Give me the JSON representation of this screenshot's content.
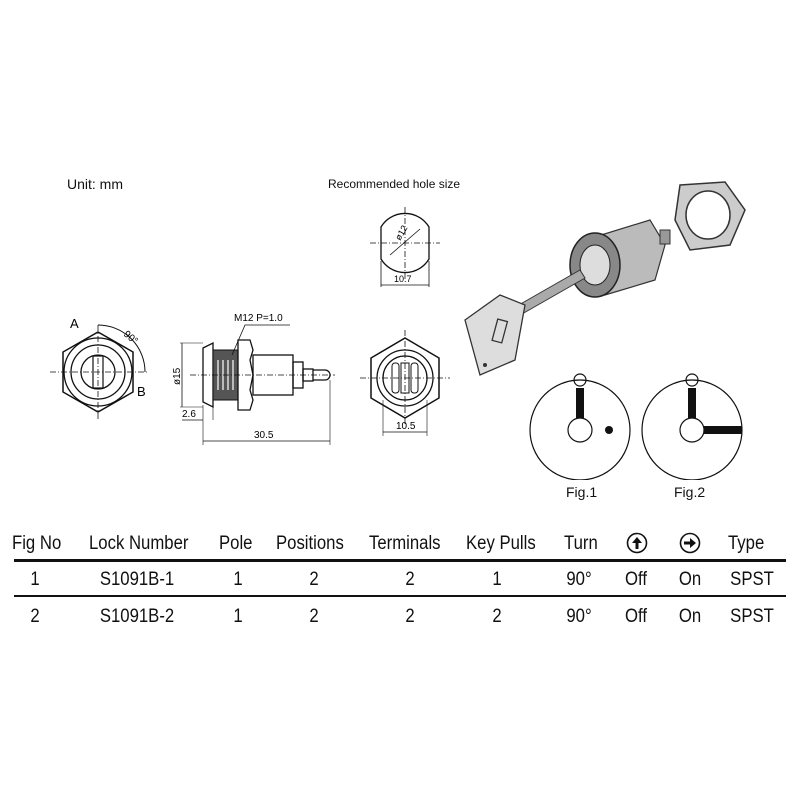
{
  "unit_label": "Unit: mm",
  "hole_title": "Recommended hole size",
  "dimensions": {
    "hole_diameter": "ø12",
    "hole_width": "10.7",
    "thread": "M12 P=1.0",
    "flange_diameter": "ø15",
    "flange_thickness": "2.6",
    "length": "30.5",
    "hex_width": "10.5",
    "angle": "90°",
    "pos_a": "A",
    "pos_b": "B"
  },
  "figures": {
    "fig1": "Fig.1",
    "fig2": "Fig.2"
  },
  "table": {
    "headers": [
      "Fig No",
      "Lock Number",
      "Pole",
      "Positions",
      "Terminals",
      "Key Pulls",
      "Turn",
      "up-arrow-icon",
      "right-arrow-icon",
      "Type"
    ],
    "rows": [
      [
        "1",
        "S1091B-1",
        "1",
        "2",
        "2",
        "1",
        "90°",
        "Off",
        "On",
        "SPST"
      ],
      [
        "2",
        "S1091B-2",
        "1",
        "2",
        "2",
        "2",
        "90°",
        "Off",
        "On",
        "SPST"
      ]
    ]
  }
}
